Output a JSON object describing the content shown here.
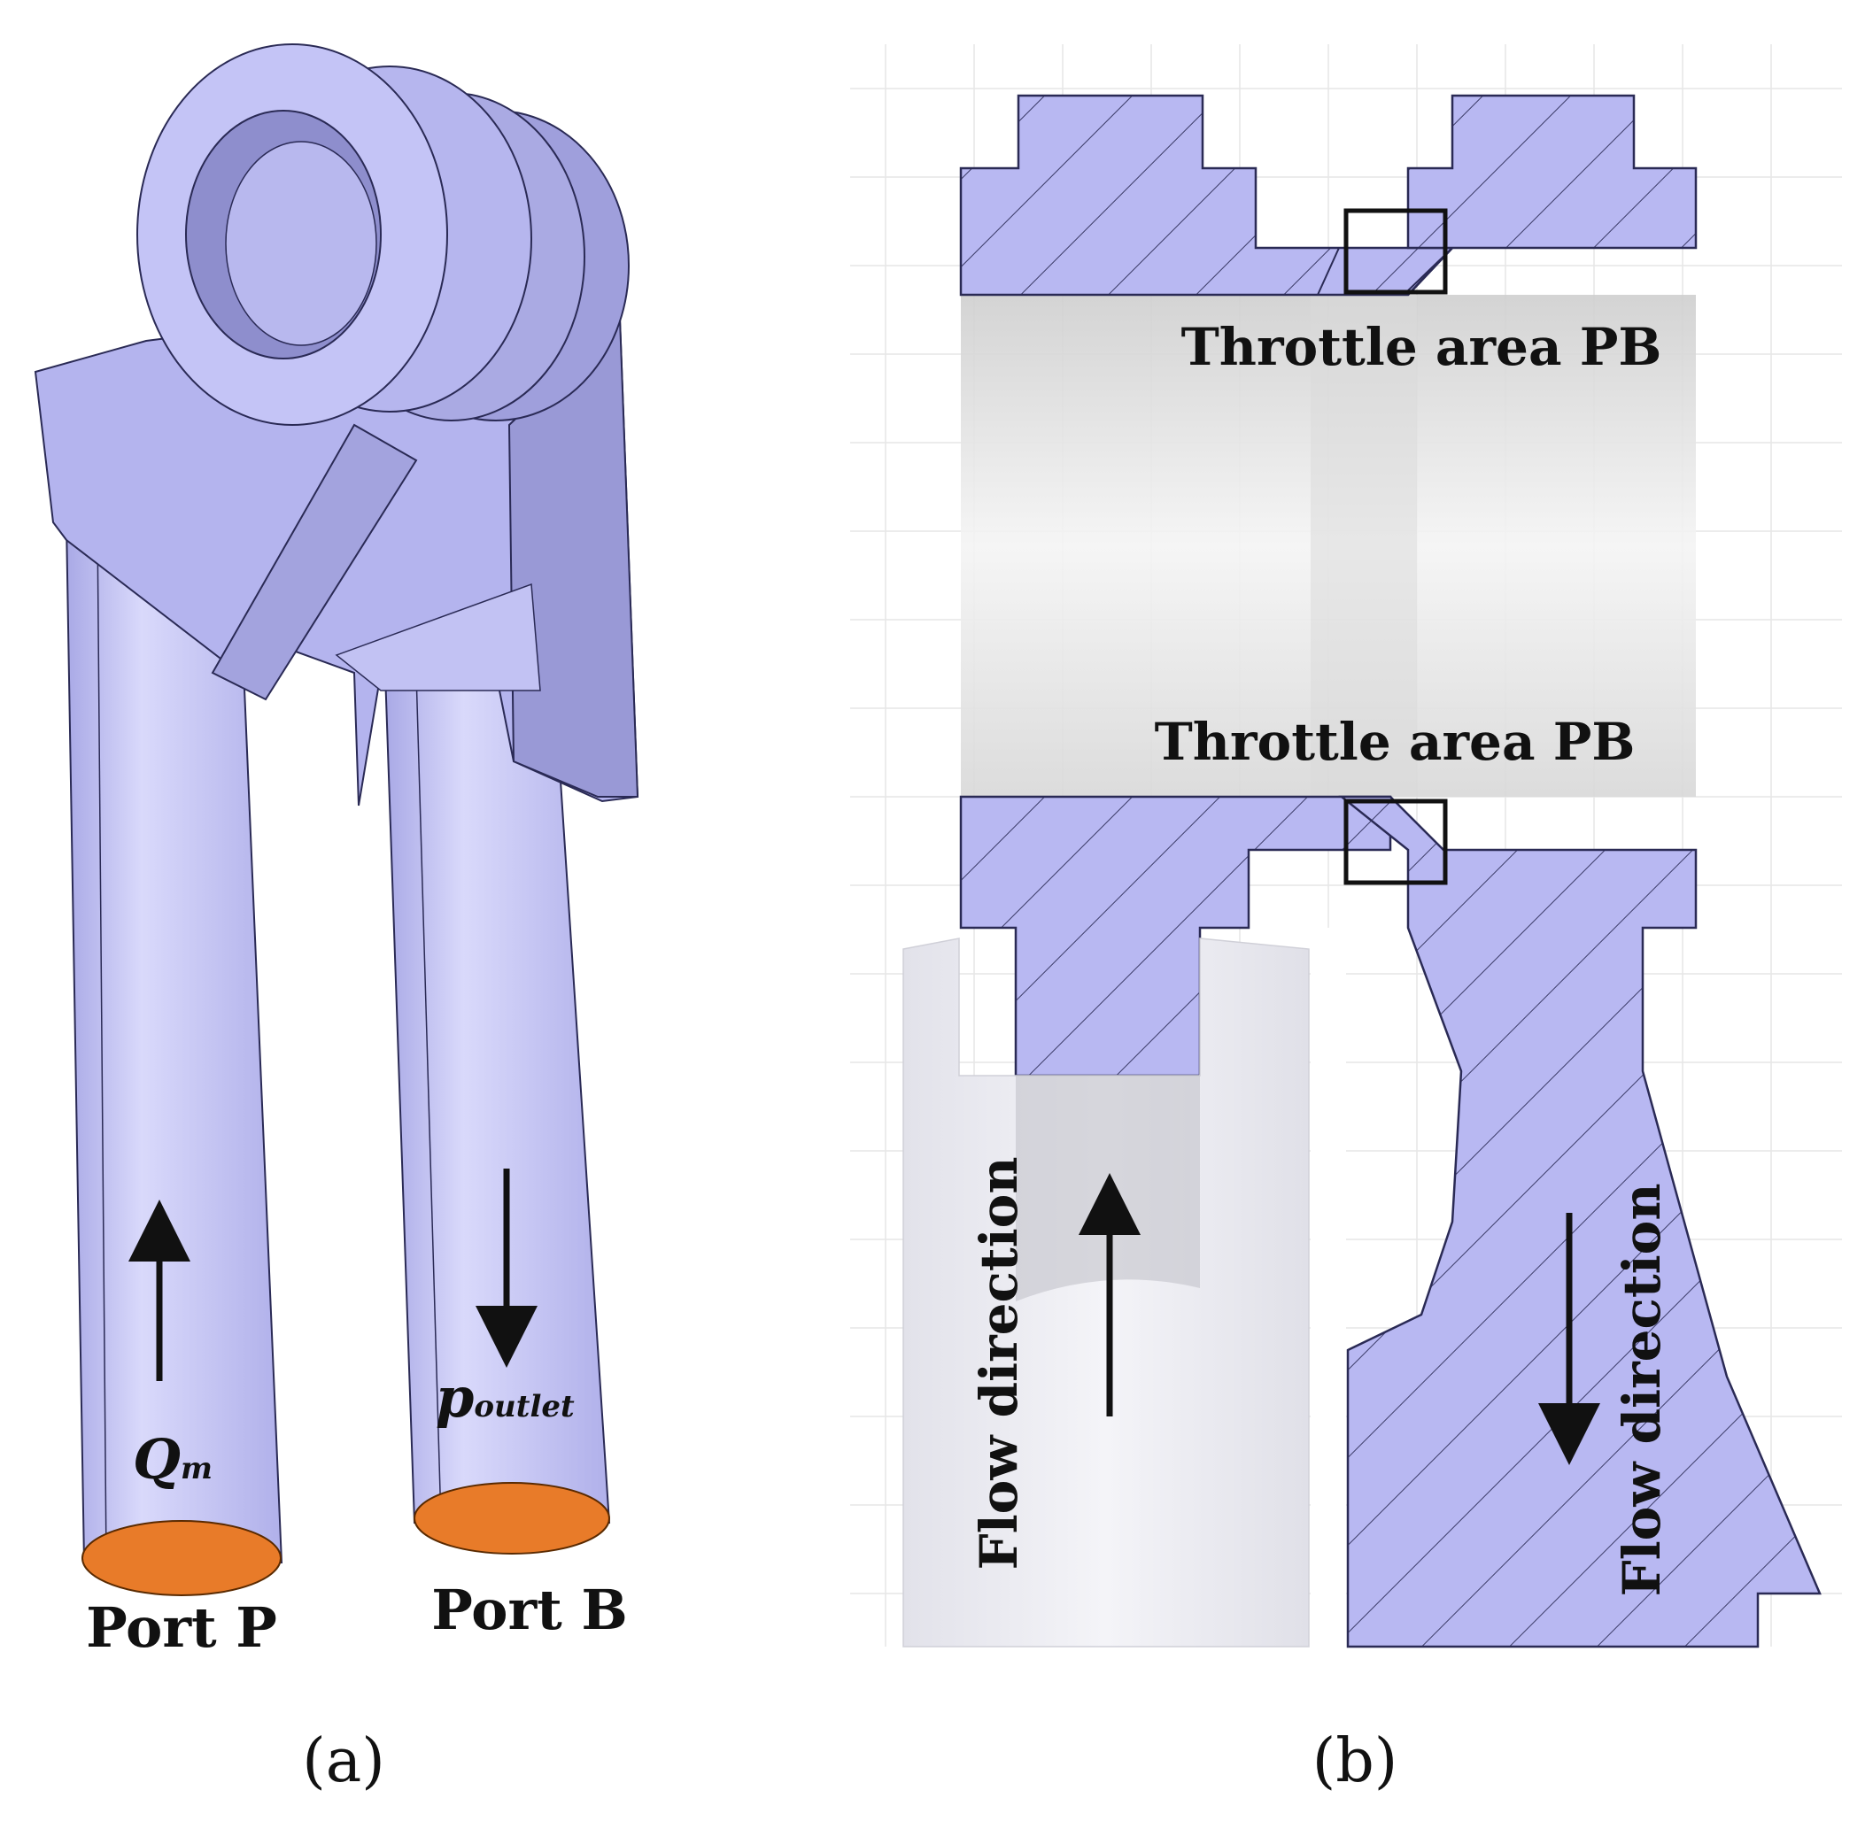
{
  "panel_a": {
    "caption": "(a)",
    "labels": {
      "port_p": "Port P",
      "port_b": "Port B",
      "q_symbol": "Q",
      "q_subscript": "m",
      "p_symbol": "p",
      "p_subscript": "outlet"
    }
  },
  "panel_b": {
    "caption": "(b)",
    "labels": {
      "throttle_top": "Throttle area PB",
      "throttle_bottom": "Throttle area PB",
      "flow_left": "Flow direction",
      "flow_right": "Flow direction"
    }
  },
  "colors": {
    "body": "#b9b9f0",
    "body_light": "#d6d6fb",
    "body_dark": "#9a9ad8",
    "section": "#b7b7f2",
    "port": "#e87b29",
    "grid": "#e3e3e3"
  }
}
